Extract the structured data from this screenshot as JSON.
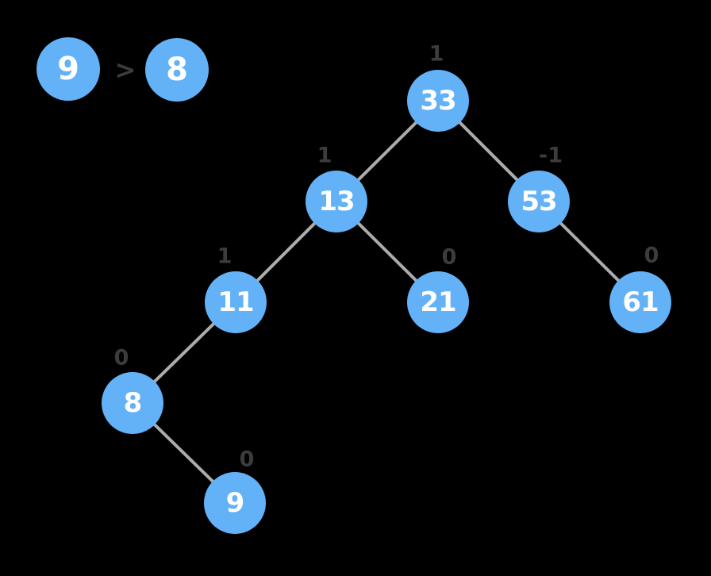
{
  "diagram": {
    "type": "avl-binary-tree",
    "colors": {
      "background": "#000000",
      "node_fill": "#63B1F6",
      "node_text": "#FFFFFF",
      "edge": "#ACACAC",
      "balance_label": "#3C3C3C",
      "comparison_operator": "#3C3C3C"
    },
    "comparison": {
      "left_value": "9",
      "operator": ">",
      "right_value": "8"
    },
    "tree": {
      "nodes": [
        {
          "value": "33",
          "balance": "1"
        },
        {
          "value": "13",
          "balance": "1"
        },
        {
          "value": "53",
          "balance": "-1"
        },
        {
          "value": "11",
          "balance": "1"
        },
        {
          "value": "21",
          "balance": "0"
        },
        {
          "value": "61",
          "balance": "0"
        },
        {
          "value": "8",
          "balance": "0"
        },
        {
          "value": "9",
          "balance": "0"
        }
      ],
      "edges": [
        [
          "33",
          "13"
        ],
        [
          "33",
          "53"
        ],
        [
          "13",
          "11"
        ],
        [
          "13",
          "21"
        ],
        [
          "53",
          "61"
        ],
        [
          "11",
          "8"
        ],
        [
          "8",
          "9"
        ]
      ]
    }
  }
}
